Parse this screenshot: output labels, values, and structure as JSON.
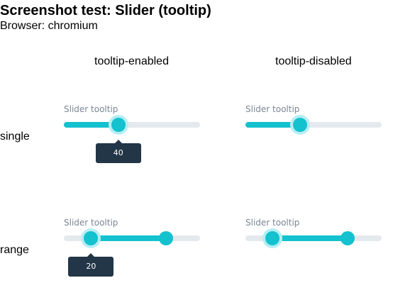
{
  "page": {
    "title": "Screenshot test: Slider (tooltip)",
    "subtitle": "Browser: chromium"
  },
  "columns": [
    "tooltip-enabled",
    "tooltip-disabled"
  ],
  "rows": [
    "single",
    "range"
  ],
  "colors": {
    "accent": "#14c1ce",
    "rail": "#e4e9ee",
    "tooltip_bg": "#233648",
    "label": "#7a8694"
  },
  "sliders": {
    "single_enabled": {
      "label": "Slider tooltip",
      "value": 40,
      "tooltip_value": "40",
      "tooltip_visible": true
    },
    "single_disabled": {
      "label": "Slider tooltip",
      "value": 40,
      "tooltip_visible": false
    },
    "range_enabled": {
      "label": "Slider tooltip",
      "start": 20,
      "end": 75,
      "tooltip_value": "20",
      "tooltip_visible": true
    },
    "range_disabled": {
      "label": "Slider tooltip",
      "start": 20,
      "end": 75,
      "tooltip_visible": false
    }
  }
}
